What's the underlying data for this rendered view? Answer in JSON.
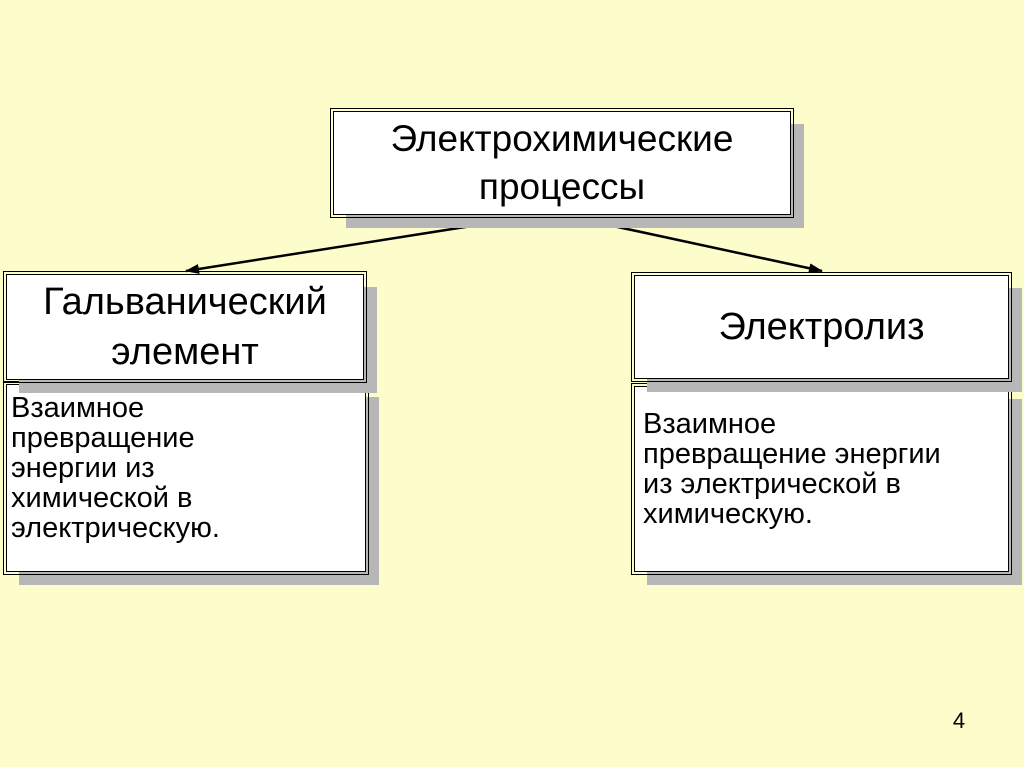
{
  "diagram": {
    "root": {
      "label_line1": "Электрохимические",
      "label_line2": "процессы"
    },
    "left": {
      "title_line1": "Гальванический",
      "title_line2": "элемент",
      "description": [
        "Взаимное",
        "превращение",
        "энергии из",
        "химической в",
        "электрическую."
      ]
    },
    "right": {
      "title": "Электролиз",
      "description": [
        "Взаимное",
        "превращение энергии",
        "из электрической в",
        "химическую."
      ]
    }
  },
  "page_number": "4",
  "colors": {
    "background": "#fdfccb",
    "box_fill": "#ffffff",
    "shadow": "#b7b7b7",
    "line": "#000000"
  }
}
